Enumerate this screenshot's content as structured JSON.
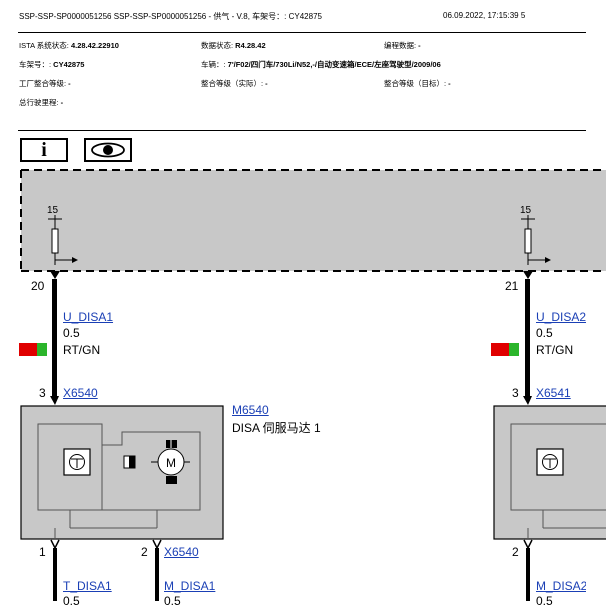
{
  "header": {
    "doc_title": "SSP-SSP-SP0000051256 SSP-SSP-SP0000051256 - 供气 - V.8, 车架号：: CY42875",
    "datetime": "06.09.2022, 17:15:39 5"
  },
  "info": {
    "ista_label": "ISTA 系统状态: ",
    "ista_value": "4.28.42.22910",
    "data_label": "数据状态: ",
    "data_value": "R4.28.42",
    "prog_label": "编程数据: ",
    "prog_value": "-",
    "vin_label": "车架号：: ",
    "vin_value": "CY42875",
    "vehicle_label": "车辆：: ",
    "vehicle_value": "7'/F02/四门车/730Li/N52,-/自动变速箱/ECE/左座驾驶型/2009/06",
    "factory_label": "工厂整合等级: ",
    "factory_value": "-",
    "actual_label": "整合等级（实际）: ",
    "actual_value": "-",
    "target_label": "整合等级（目标）: ",
    "target_value": "-",
    "mileage_label": "总行驶里程: ",
    "mileage_value": "-"
  },
  "toolbar": {
    "info_icon": "i",
    "eye_icon": "eye-icon"
  },
  "diagram": {
    "left": {
      "fuse_label": "15",
      "pin_top": "20",
      "wire_name": "U_DISA1",
      "wire_size": "0.5",
      "wire_color": "RT/GN",
      "pin_conn": "3",
      "connector": "X6540",
      "component_id": "M6540",
      "component_name": "DISA 伺服马达 1",
      "pin_b1": "1",
      "pin_b2": "2",
      "connector_bottom": "X6540",
      "wire_b1": "T_DISA1",
      "wire_b2": "M_DISA1",
      "size_b1": "0.5",
      "size_b2": "0.5"
    },
    "right": {
      "fuse_label": "15",
      "pin_top": "21",
      "wire_name": "U_DISA2",
      "wire_size": "0.5",
      "wire_color": "RT/GN",
      "pin_conn": "3",
      "connector": "X6541",
      "pin_b2": "2",
      "wire_b2": "M_DISA2",
      "size_b2": "0.5"
    },
    "colors": {
      "red": "#e00000",
      "green": "#2bb52b",
      "box_fill": "#c8c8c8",
      "link": "#1a3fb5"
    }
  }
}
